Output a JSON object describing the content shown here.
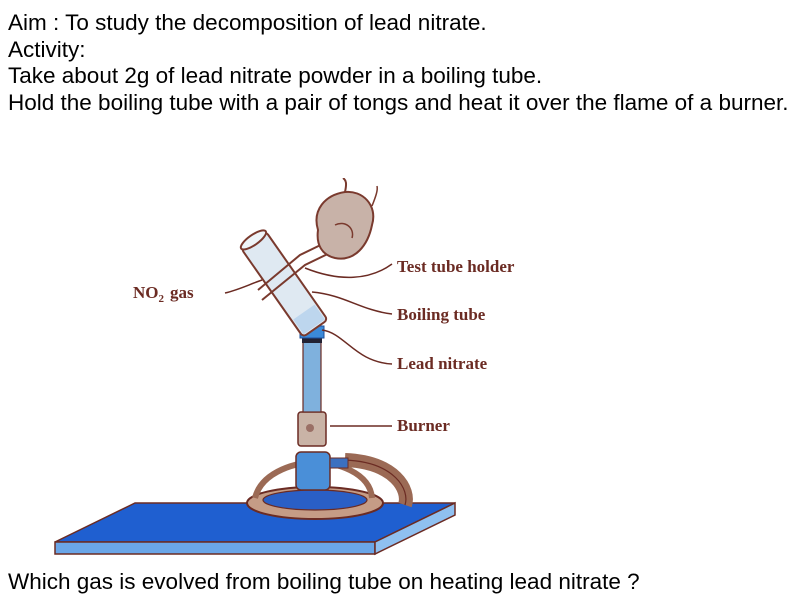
{
  "document": {
    "aim": "Aim : To study the decomposition of lead nitrate.",
    "activity_heading": "Activity:",
    "steps": [
      "Take about 2g of lead nitrate powder in a boiling tube.",
      "Hold the boiling tube with a pair of tongs and heat it over the flame of a burner."
    ],
    "question": "Which gas is evolved from boiling tube on heating lead nitrate ?"
  },
  "figure": {
    "labels": {
      "gas": "NO",
      "gas_subscript": "2",
      "gas_suffix": "gas",
      "test_tube_holder": "Test tube holder",
      "boiling_tube": "Boiling tube",
      "lead_nitrate": "Lead nitrate",
      "burner": "Burner"
    },
    "colors": {
      "label_text": "#6b2b23",
      "outline": "#7a3a2e",
      "platform_blue": "#1f5fd0",
      "burner_blue": "#4a8fd8",
      "tube_fill": "#dfe9f2",
      "hose_brown": "#9b6a55"
    }
  }
}
